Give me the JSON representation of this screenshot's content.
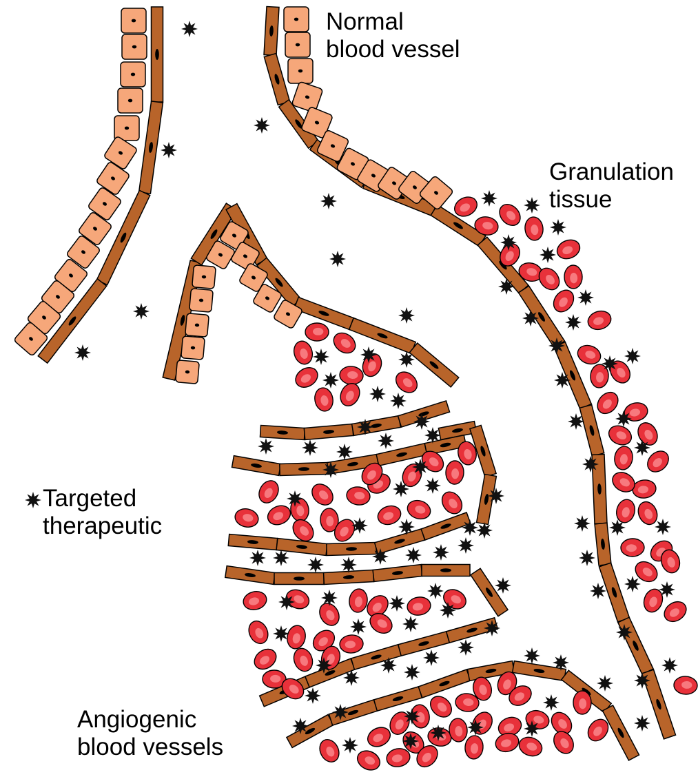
{
  "labels": {
    "normal_vessel_line1": "Normal",
    "normal_vessel_line2": "blood vessel",
    "granulation_line1": "Granulation",
    "granulation_line2": "tissue",
    "targeted_line1": "Targeted",
    "targeted_line2": "therapeutic",
    "angiogenic_line1": "Angiogenic",
    "angiogenic_line2": "blood vessels"
  },
  "colors": {
    "endothelial_cell": "#b8642a",
    "epithelial_cell": "#f6a77a",
    "red_blood_cell": "#e8313a",
    "red_blood_cell_center": "#f7797e",
    "therapeutic": "#111111",
    "nucleus": "#000000"
  }
}
